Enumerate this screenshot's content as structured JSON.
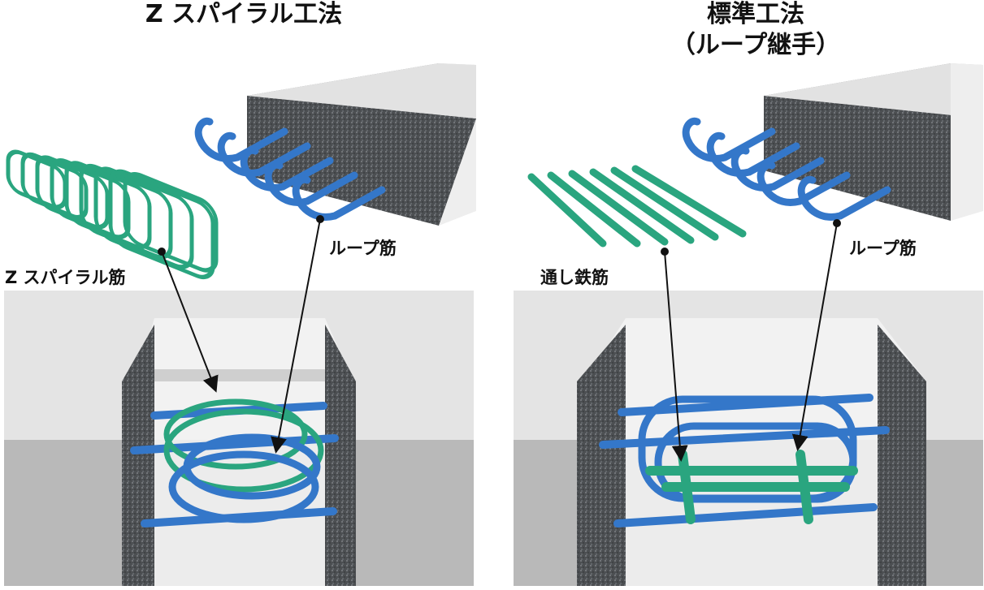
{
  "colors": {
    "loop_bar": "#3477c9",
    "spiral_bar": "#2aa57f",
    "straight_bar": "#2aa57f",
    "concrete_face": "#4c4f52",
    "concrete_top": "#e2e2e2",
    "slab_light": "#e6e6e6",
    "slab_dark": "#b3b3b3",
    "leader": "#111111"
  },
  "icons": [
    "z-spiral-rebar",
    "loop-rebar",
    "straight-rebar",
    "precast-slab",
    "joint-trench"
  ],
  "left_panel": {
    "title": "Z スパイラル工法",
    "label_spiral": "Z スパイラル筋",
    "label_loop": "ループ筋"
  },
  "right_panel": {
    "title_line1": "標準工法",
    "title_line2": "（ループ継手）",
    "label_straight": "通し鉄筋",
    "label_loop": "ループ筋"
  }
}
